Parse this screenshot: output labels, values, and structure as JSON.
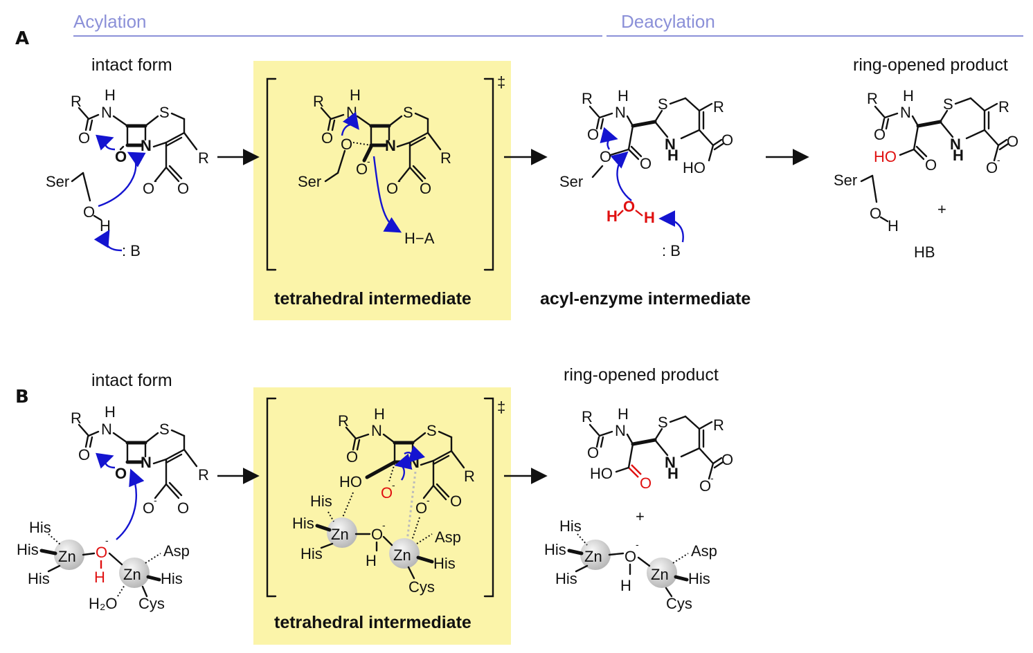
{
  "headers": {
    "acylation": "Acylation",
    "deacylation": "Deacylation"
  },
  "panels": {
    "a": "A",
    "b": "B"
  },
  "panel_a": {
    "intact_label": "intact form",
    "ts_caption": "tetrahedral intermediate",
    "acyl_caption": "acyl-enzyme intermediate",
    "product_label": "ring-opened product",
    "dagger": "‡",
    "plus": "+",
    "hb": "HB",
    "base": ": B",
    "ha": "H−A"
  },
  "panel_b": {
    "intact_label": "intact form",
    "ts_caption": "tetrahedral intermediate",
    "product_label": "ring-opened product",
    "dagger": "‡",
    "plus": "+"
  },
  "atoms": {
    "R": "R",
    "N": "N",
    "NH": "NH",
    "H": "H",
    "O": "O",
    "S": "S",
    "HO": "HO",
    "Ser": "Ser",
    "His": "His",
    "Asp": "Asp",
    "Cys": "Cys",
    "Zn": "Zn",
    "H2O": "H₂O",
    "minus": "-"
  },
  "colors": {
    "header": "#8b90d8",
    "highlight": "#fbf4a9",
    "arrow": "#1414d0",
    "red_atom": "#e01010"
  }
}
